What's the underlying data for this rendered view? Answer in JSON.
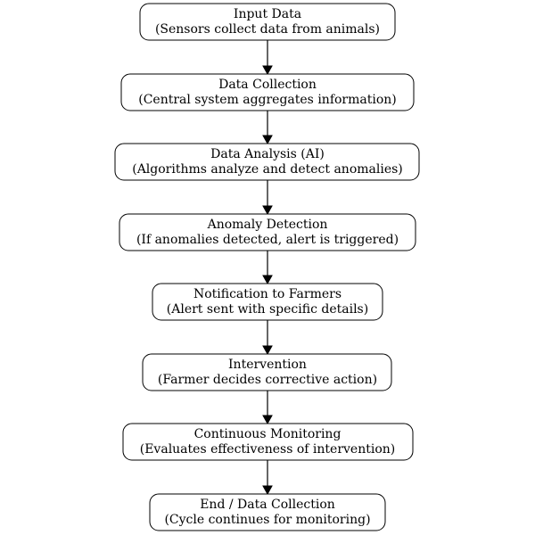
{
  "nodes": [
    {
      "id": "input-data",
      "title": "Input Data",
      "subtitle": "(Sensors collect data from animals)"
    },
    {
      "id": "data-collection",
      "title": "Data Collection",
      "subtitle": "(Central system aggregates information)"
    },
    {
      "id": "data-analysis",
      "title": "Data Analysis (AI)",
      "subtitle": "(Algorithms analyze and detect anomalies)"
    },
    {
      "id": "anomaly-detection",
      "title": "Anomaly Detection",
      "subtitle": "(If anomalies detected, alert is triggered)"
    },
    {
      "id": "notification",
      "title": "Notification to Farmers",
      "subtitle": "(Alert sent with specific details)"
    },
    {
      "id": "intervention",
      "title": "Intervention",
      "subtitle": "(Farmer decides corrective action)"
    },
    {
      "id": "continuous-monitoring",
      "title": "Continuous Monitoring",
      "subtitle": "(Evaluates effectiveness of intervention)"
    },
    {
      "id": "end-data-collection",
      "title": "End / Data Collection",
      "subtitle": "(Cycle continues for monitoring)"
    }
  ],
  "edges": [
    {
      "from": "input-data",
      "to": "data-collection"
    },
    {
      "from": "data-collection",
      "to": "data-analysis"
    },
    {
      "from": "data-analysis",
      "to": "anomaly-detection"
    },
    {
      "from": "anomaly-detection",
      "to": "notification"
    },
    {
      "from": "notification",
      "to": "intervention"
    },
    {
      "from": "intervention",
      "to": "continuous-monitoring"
    },
    {
      "from": "continuous-monitoring",
      "to": "end-data-collection"
    }
  ]
}
